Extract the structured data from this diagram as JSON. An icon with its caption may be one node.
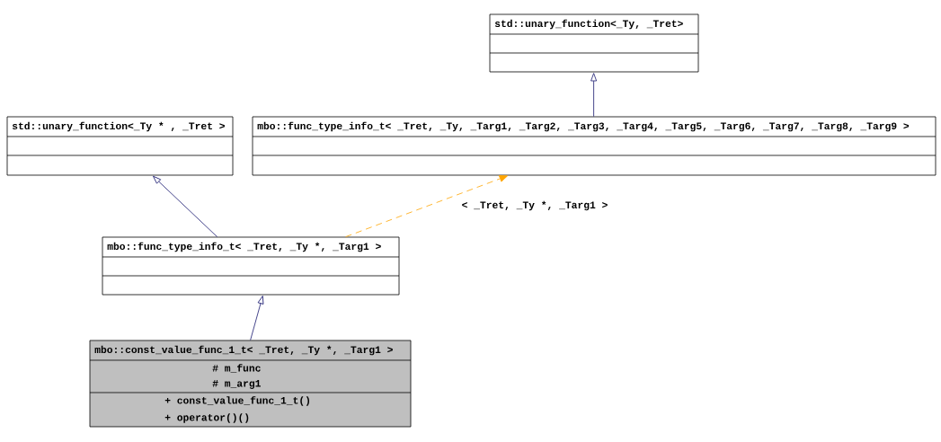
{
  "diagram": {
    "nodes": [
      {
        "text": [
          "std::unary_function<_Ty, _Tret>"
        ]
      },
      {
        "text": [
          "std::unary_function<_Ty * , _Tret >"
        ]
      },
      {
        "text": [
          "mbo::func_type_info_t< _Tret, _Ty, _Targ1, _Targ2, _Targ3, _Targ4, _Targ5, _Targ6, _Targ7, _Targ8, _Targ9 >"
        ]
      },
      {
        "text": [
          "mbo::func_type_info_t< _Tret, _Ty *, _Targ1 >"
        ]
      },
      {
        "text": [
          "mbo::const_value_func_1_t< _Tret, _Ty *, _Targ1 >",
          "# m_func",
          "# m_arg1",
          "+ const_value_func_1_t()",
          "+ operator()()"
        ]
      }
    ],
    "edges": [
      {
        "from": 2,
        "to": 0,
        "arrow": "to"
      },
      {
        "from": 3,
        "to": 1,
        "arrow": "to"
      },
      {
        "from": 3,
        "to": 2,
        "arrow": "to",
        "style": "dashed",
        "color": "#ffa500",
        "label": "< _Tret, _Ty *, _Targ1 >"
      },
      {
        "from": 4,
        "to": 3,
        "arrow": "to"
      }
    ]
  }
}
